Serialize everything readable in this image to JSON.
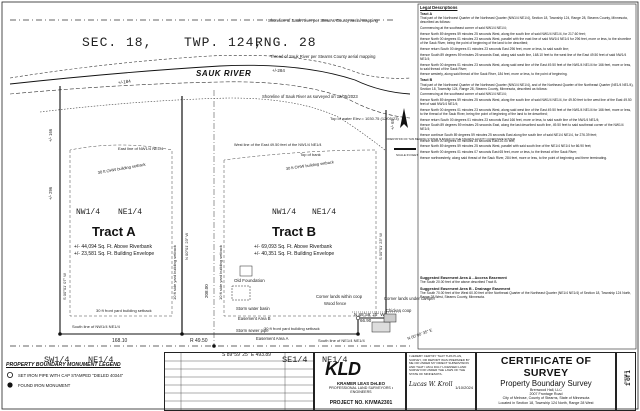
{
  "survey": {
    "sec": "SEC. 18,",
    "twp": "TWP. 124,",
    "rng": "RNG. 28",
    "river": "SAUK RIVER",
    "notes": {
      "shoreline_county": "Shoreline of Sauk River per Stearns County aerial mapping",
      "thread_county": "Thread of Sauk River per Stearns County aerial mapping",
      "shoreline_surveyed": "Shoreline of Sauk River as surveyed on 12/05/2023",
      "top_water": "Top of water Elev.= 1030.75 (12/05/23)",
      "top_bank": "Top of bank",
      "east_line_nw": "East line of NW1/4 NE1/4",
      "west_line_ne": "West line of the East 49.50 feet of the NW1/4 NE1/4",
      "riverbank_setback": "30 ft OHW building setback",
      "side_yard_setback": "10 ft side yard building setback",
      "front_yard_setback": "30 ft front yard building setback",
      "old_foundation": "Old Foundation",
      "storm_water_basin": "Storm water basin",
      "storm_sewer_pipe": "Storm sewer pipe",
      "easement_a": "Easement Area A",
      "easement_b": "Easement Area B",
      "corner_lands_coop": "Corner lands within coop",
      "wood_fence": "Wood fence",
      "chicken_coop": "Chicken coop",
      "corner_camper": "Corner lands under camper",
      "south_line_nw": "South line of NW1/4 NE1/4",
      "south_line_ne": "South line of NE1/4 NE1/4",
      "east_line_w": "E line of the W1/2 NE1/4",
      "orientation": "ORIENTATION OF THIS BEARING SYSTEM IS BASED ON THE STEARNS COUNTY COORDINATE SYSTEM",
      "scale_label": "SCALE IN FEET"
    },
    "quarters": {
      "nw_ne_left": "NW1/4",
      "ne_ne_left": "NE1/4",
      "nw_ne_right": "NW1/4",
      "ne_ne_right": "NE1/4",
      "sw": "SW1/4",
      "ne_bottom": "NE1/4",
      "se": "SE1/4",
      "ne_bottom2": "NE1/4"
    },
    "tract_a": {
      "name": "Tract A",
      "area1": "+/- 44,094 Sq. Ft. Above Riverbank",
      "area2": "+/- 23,581 Sq. Ft. Building Envelope"
    },
    "tract_b": {
      "name": "Tract B",
      "area1": "+/- 69,093 Sq. Ft. Above Riverbank",
      "area2": "+/- 40,351 Sq. Ft. Building Envelope"
    },
    "dims": {
      "d1": "+/-184",
      "d2": "+/-284",
      "d3": "+/- 166",
      "d4": "+/- 296",
      "d5": "+/- 65",
      "d6": "208.00",
      "d7": "168.10",
      "d8": "R 49.50",
      "d9": "S 89°59' 25\" E   493.89",
      "d10": "N 89°59' 25\" W",
      "d11": "66.90",
      "d12": "S 00°01' 07\" W",
      "d13": "N 00°01' 23\" W",
      "d14": "S 00°01' 23\" W",
      "d15": "N 00°01' 27\" E",
      "d16": "S 00°01' 07\" W",
      "d17": "N 00°00' 35\" E",
      "d18": "N 00°01' 23\" W"
    }
  },
  "legal": {
    "title": "Legal Descriptions",
    "tract_a_head": "Tract A",
    "tract_a_body": [
      "That part of the Northwest Quarter of the Northeast Quarter (NW1/4 NE1/4), Section 18, Township 124, Range 28, Stearns County, Minnesota, described as follows:",
      "Commencing at the southeast corner of said NW1/4 NE1/4;",
      "thence North 89 degrees 59 minutes 25 seconds West, along the south line of said NW1/4 NE1/4, for 217.60 feet;",
      "thence North 00 degrees 01 minutes 23 seconds West, parallel with the east line of said NW1/4 NE1/4 for 296 feet, more or less, to the shoreline of the Sauk River, being the point of beginning of the land to be described;",
      "thence return South 00 degrees 01 minutes 23 seconds East 296 feet, more or less, to said south line;",
      "thence South 89 degrees 59 minutes 25 seconds East, along said south line, 168.10 feet to the west line of the East 49.50 feet of said NW1/4 NE1/4;",
      "thence North 00 degrees 01 minutes 23 seconds West, along said west line of the East 49.50 feet of the NW1/4 NE1/4 for 166 feet, more or less, to said thread of the Sauk River;",
      "thence westerly, along said thread of the Sauk River, 184 feet, more or less, to the point of beginning."
    ],
    "tract_b_head": "Tract B",
    "tract_b_body": [
      "That part of the Northwest Quarter of the Northeast Quarter (NW1/4 NE1/4), and of the Northeast Quarter of the Northeast Quarter (NE1/4 NE1/4), Section 18, Township 124, Range 28, Stearns County, Minnesota, described as follows:",
      "Commencing at the southeast corner of said NW1/4 NE1/4;",
      "thence North 89 degrees 59 minutes 25 seconds West, along the south line of said NW1/4 NE1/4, for 49.50 feet to the west line of the East 49.50 feet of said NW1/4 NE1/4;",
      "thence North 00 degrees 01 minutes 23 seconds West, along said west line of the East 49.50 feet of the NW1/4 NE1/4 for 166 feet, more or less, to the thread of the Sauk River, being the point of beginning of the land to be described;",
      "thence return South 00 degrees 01 minutes 23 seconds East 166 feet, more or less, to said south line of the NW1/4 NE1/4;",
      "thence South 89 degrees 59 minutes 25 seconds East, along the last described south line, 49.50 feet to said southeast corner of the NW1/4 NE1/4;",
      "thence continue South 89 degrees 59 minutes 25 seconds East along the south line of said NE1/4 NE1/4, for 276.39 feet;",
      "thence North 00 degrees 00 minutes 35 seconds East 20.00 feet;",
      "thence North 89 degrees 59 minutes 25 seconds West, parallel with said south line of the NE1/4 NE1/4 for 66.90 feet;",
      "thence North 00 degrees 01 minutes 07 seconds East 65 feet, more or less, to the thread of the Sauk River;",
      "thence northwesterly, along said thread of the Sauk River, 284 feet, more or less, to the point of beginning and there terminating."
    ],
    "easement_a_head": "Suggested Easement Area A - Access Easement",
    "easement_a_body": "The South 20.00 feet of the above described Tract B.",
    "easement_b_head": "Suggested Easement Area B - Drainage Easement",
    "easement_b_body": "The South 70.00 feet of the West 60.00 feet of the Northeast Quarter of the Northeast Quarter (NE1/4 NE1/4) of Section 18, Township 124 North, Range 28 West, Stearns County, Minnesota."
  },
  "legend": {
    "title": "PROPERTY BOUNDARY MONUMENT LEGEND",
    "set_iron": "SET IRON PIPE WITH CAP STAMPED \"DIELED 40344\"",
    "found_iron": "FOUND IRON MONUMENT"
  },
  "titleblock": {
    "firm_line": "PROFESSIONAL LAND SURVEYORS • ENGINEERS",
    "firm_name": "KRAMER LEAS DeLEO",
    "logo": "KLD",
    "project": "PROJECT NO. KIVMA2301",
    "cert_heading": "CERTIFICATE OF SURVEY",
    "cert_sub": "Property Boundary Survey",
    "cert_client": "Brenwood Hall, LLC",
    "cert_addr": "2007 Frontage Road",
    "cert_city": "City of Melrose, County of Stearns, State of Minnesota",
    "cert_loc": "Located in Section 18, Township 124 North, Range 28 West",
    "cert_statement": "I HEREBY CERTIFY THAT THIS PLAN, SURVEY, OR REPORT WAS PREPARED BY ME OR UNDER MY DIRECT SUPERVISION AND THAT I AM A DULY LICENSED LAND SURVEYOR UNDER THE LAWS OF THE STATE OF MINNESOTA.",
    "signature": "Lucas W. Kroll",
    "date": "1/10/2024",
    "sheet_label": "SHEET",
    "sheet_value": "1 of 1"
  }
}
